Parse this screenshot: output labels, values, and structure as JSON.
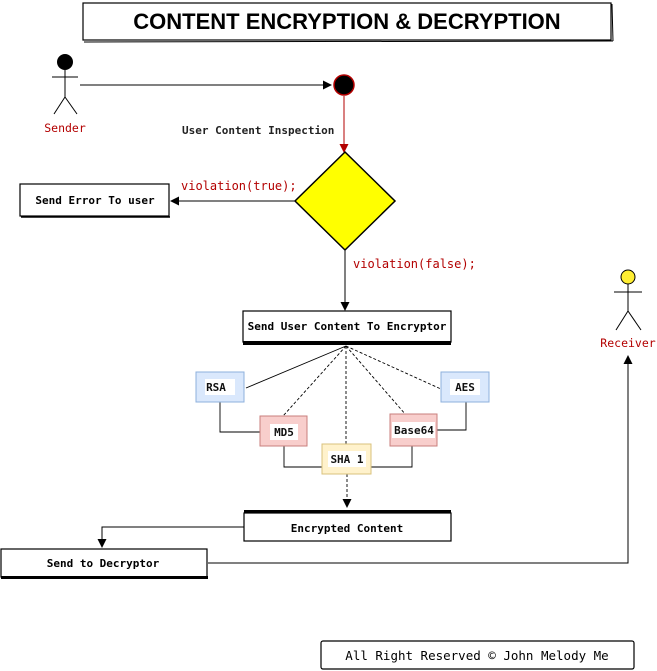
{
  "title": "CONTENT ENCRYPTION & DECRYPTION",
  "actors": {
    "sender": "Sender",
    "receiver": "Receiver"
  },
  "edges": {
    "inspection": "User Content Inspection",
    "violation_true": "violation(true);",
    "violation_false": "violation(false);"
  },
  "boxes": {
    "send_error": "Send Error To user",
    "send_to_encryptor": "Send User Content To Encryptor",
    "encrypted_content": "Encrypted Content",
    "send_to_decryptor": "Send to Decryptor"
  },
  "algorithms": {
    "rsa": "RSA",
    "aes": "AES",
    "md5": "MD5",
    "base64": "Base64",
    "sha1": "SHA 1"
  },
  "colors": {
    "decision_fill": "#ffff00",
    "actor_label": "#b30000",
    "receiver_head": "#ffee33",
    "blue_fill": "#dae8fc",
    "blue_stroke": "#8eb0dc",
    "red_fill": "#f8cecc",
    "red_stroke": "#c97f7c",
    "yellow_fill": "#fff2cc",
    "yellow_stroke": "#d9c27c"
  },
  "footer": "All Right Reserved © John Melody Me"
}
